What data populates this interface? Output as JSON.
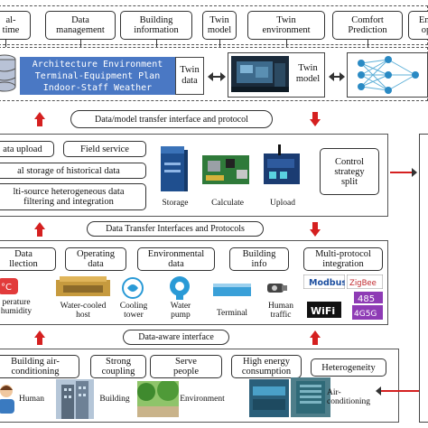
{
  "top_row": {
    "items": [
      "al-\ntime",
      "Data\nmanagement",
      "Building\ninformation",
      "Twin\nmodel",
      "Twin\nenvironment",
      "Comfort\nPrediction",
      "Ene\nop"
    ]
  },
  "twin_panel": {
    "banner_lines": [
      "Architecture Environment",
      "Terminal-Equipment Plan",
      "Indoor-Staff Weather"
    ],
    "twin_data": "Twin\ndata",
    "twin_model": "Twin\nmodel"
  },
  "labels": {
    "data_model_transfer": "Data/model transfer interface and protocol",
    "data_transfer": "Data Transfer Interfaces and Protocols",
    "data_aware": "Data-aware interface"
  },
  "platform_layer": {
    "items": [
      "ata upload",
      "Field service",
      "al storage of historical data",
      "lti-source heterogeneous data\nfiltering and integration"
    ],
    "devices": [
      "Storage",
      "Calculate",
      "Upload"
    ],
    "strategy": "Control\nstrategy\nsplit"
  },
  "collection_layer": {
    "items": [
      "Data\nllection",
      "Operating\ndata",
      "Environmental\ndata",
      "Building\ninfo",
      "Multi-protocol\nintegration"
    ],
    "captions": [
      "perature\nhumidity",
      "Water-cooled\nhost",
      "Cooling\ntower",
      "Water\npump",
      "Terminal",
      "Human\ntraffic"
    ],
    "protocols": [
      "Modbus",
      "ZigBee",
      "485",
      "WiFi",
      "4G5G"
    ]
  },
  "aware_layer": {
    "items": [
      "Building air-\nconditioning",
      "Strong\ncoupling",
      "Serve\npeople",
      "High energy\nconsumption",
      "Heterogeneity"
    ],
    "captions": [
      "Human",
      "Building",
      "Environment",
      "Air-\nconditioning"
    ]
  },
  "colors": {
    "arrow": "#d52020",
    "banner": "#4a78c4"
  }
}
